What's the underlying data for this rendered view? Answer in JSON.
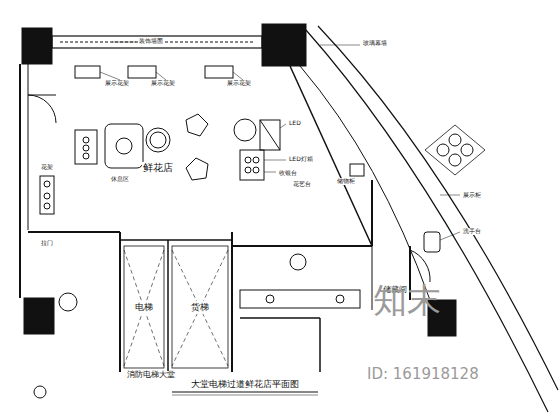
{
  "diagram": {
    "title": "大堂电梯过道鲜花店平面图",
    "nodes": [
      {
        "text": [
          "电梯"
        ]
      },
      {
        "text": [
          "货梯"
        ]
      }
    ],
    "labels": [
      "鲜花店",
      "消防电梯大堂",
      "储藏间",
      "知末",
      "ID: 161918128",
      "装饰墙面",
      "展示花架",
      "展示花架",
      "展示花架",
      "LED",
      "LED灯箱",
      "收银台",
      "花艺台",
      "储物柜",
      "洗手台",
      "玻璃幕墙",
      "展示柜",
      "拉门",
      "花架",
      "休息区"
    ]
  }
}
